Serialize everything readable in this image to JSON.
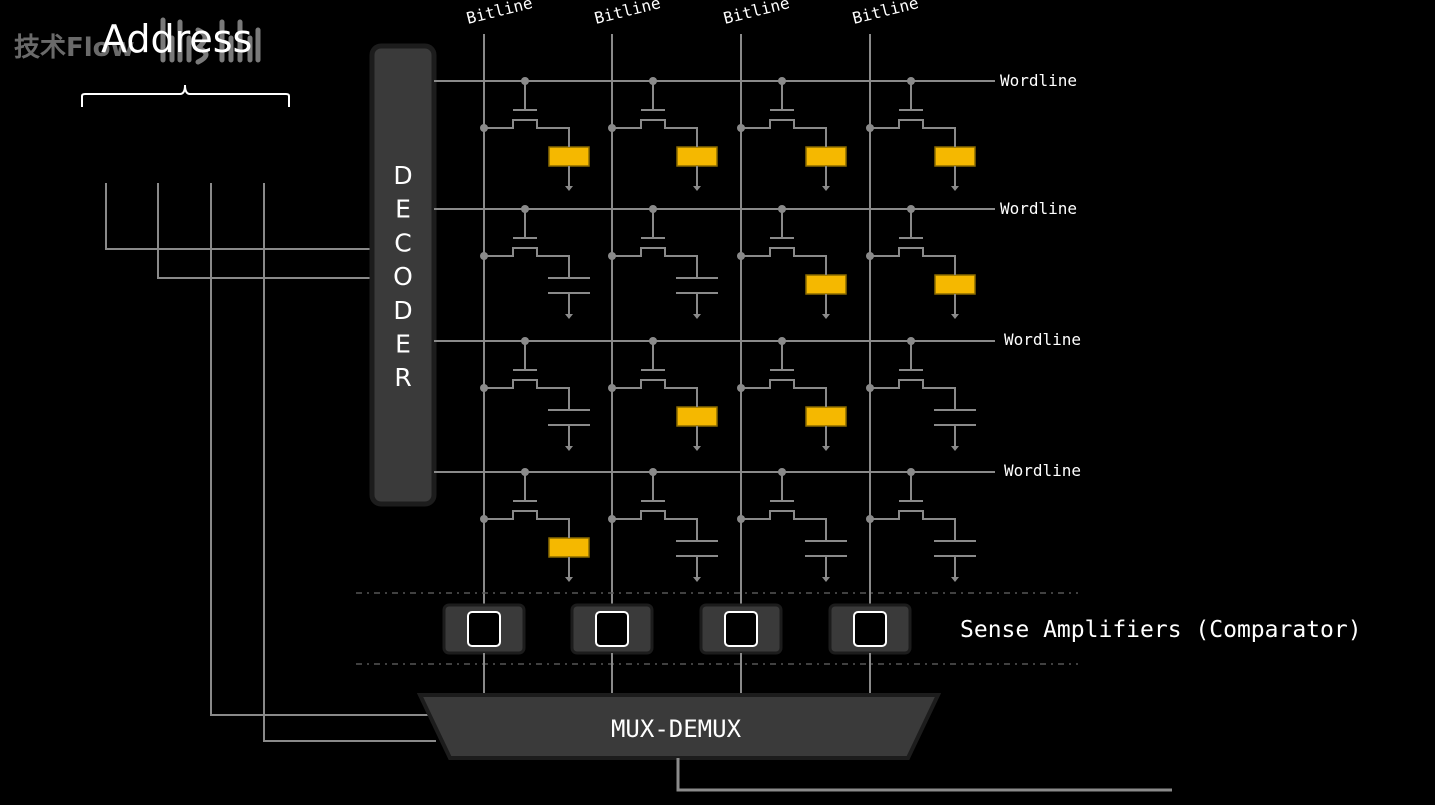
{
  "watermark": {
    "prefix": "技术Flow",
    "logo": "bilibili"
  },
  "address_label": "Address",
  "decoder_letters": [
    "D",
    "E",
    "C",
    "O",
    "D",
    "E",
    "R"
  ],
  "bitline_label": "Bitline",
  "wordline_label": "Wordline",
  "sense_amp_label": "Sense Amplifiers (Comparator)",
  "mux_label": "MUX-DEMUX",
  "colors": {
    "background": "#000000",
    "wire": "#8a8a8a",
    "block": "#3a3a3a",
    "charged": "#f5b800",
    "text": "#ffffff"
  },
  "charged_cells": [
    [
      true,
      true,
      true,
      true
    ],
    [
      false,
      false,
      true,
      true
    ],
    [
      false,
      true,
      true,
      false
    ],
    [
      true,
      false,
      false,
      false
    ]
  ]
}
